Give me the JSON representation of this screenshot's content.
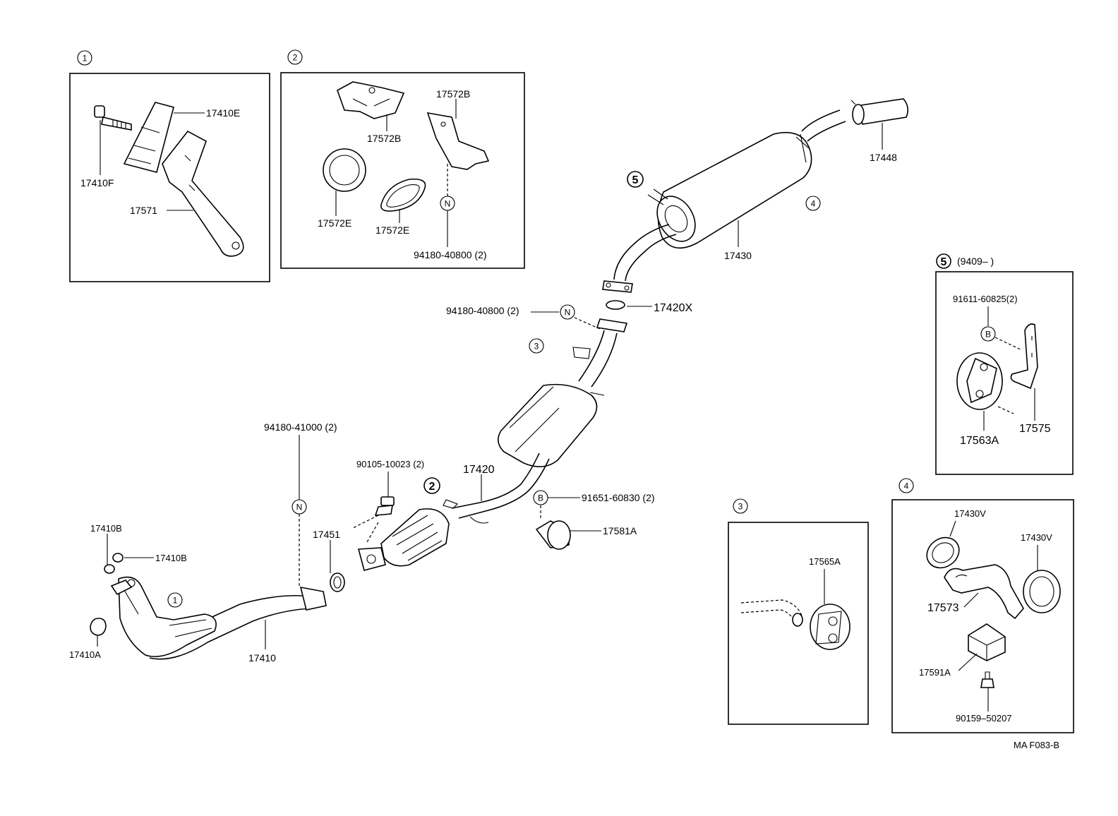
{
  "inset_markers": {
    "m1": "1",
    "m2": "2",
    "m3": "3",
    "m4": "4",
    "m5": "5"
  },
  "inset5_date": "(9409–     )",
  "fastener_marks": {
    "n": "N",
    "b": "B"
  },
  "parts": {
    "p17410E": "17410E",
    "p17410F": "17410F",
    "p17571": "17571",
    "p17572B_a": "17572B",
    "p17572B_b": "17572B",
    "p17572E_a": "17572E",
    "p17572E_b": "17572E",
    "p94180_40800_top": "94180-40800 (2)",
    "p17448": "17448",
    "p17430": "17430",
    "p94180_40800_mid": "94180-40800 (2)",
    "p17420X": "17420X",
    "p91611_60825": "91611-60825(2)",
    "p17575": "17575",
    "p17563A": "17563A",
    "p94180_41000": "94180-41000 (2)",
    "p90105_10023": "90105-10023 (2)",
    "p17420": "17420",
    "p91651_60830": "91651-60830 (2)",
    "p17581A": "17581A",
    "p17451": "17451",
    "p17410B_a": "17410B",
    "p17410B_b": "17410B",
    "p17410A": "17410A",
    "p17410": "17410",
    "p17565A": "17565A",
    "p17430V_a": "17430V",
    "p17430V_b": "17430V",
    "p17573": "17573",
    "p17591A": "17591A",
    "p90159_50207": "90159–50207"
  },
  "figure_code": "MA  F083-B"
}
